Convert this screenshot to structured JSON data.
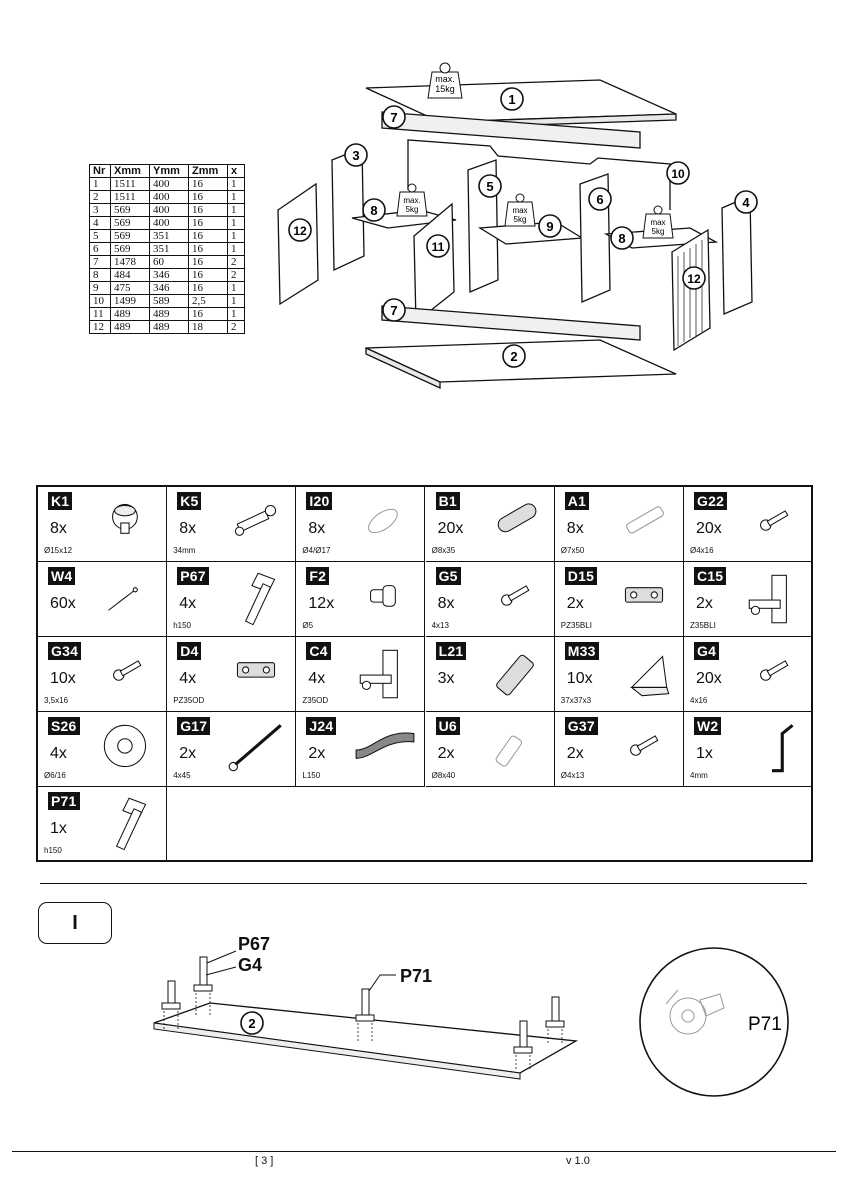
{
  "dimension_table": {
    "headers": [
      "Nr",
      "Xmm",
      "Ymm",
      "Zmm",
      "x"
    ],
    "rows": [
      [
        "1",
        "1511",
        "400",
        "16",
        "1"
      ],
      [
        "2",
        "1511",
        "400",
        "16",
        "1"
      ],
      [
        "3",
        "569",
        "400",
        "16",
        "1"
      ],
      [
        "4",
        "569",
        "400",
        "16",
        "1"
      ],
      [
        "5",
        "569",
        "351",
        "16",
        "1"
      ],
      [
        "6",
        "569",
        "351",
        "16",
        "1"
      ],
      [
        "7",
        "1478",
        "60",
        "16",
        "2"
      ],
      [
        "8",
        "484",
        "346",
        "16",
        "2"
      ],
      [
        "9",
        "475",
        "346",
        "16",
        "1"
      ],
      [
        "10",
        "1499",
        "589",
        "2,5",
        "1"
      ],
      [
        "11",
        "489",
        "489",
        "16",
        "1"
      ],
      [
        "12",
        "489",
        "489",
        "18",
        "2"
      ]
    ]
  },
  "exploded_view": {
    "part_numbers": [
      "1",
      "7",
      "3",
      "10",
      "5",
      "6",
      "8",
      "9",
      "4",
      "12",
      "11",
      "8",
      "12",
      "7",
      "2"
    ],
    "weights": [
      {
        "line1": "max.",
        "line2": "15kg"
      },
      {
        "line1": "max.",
        "line2": "5kg"
      },
      {
        "line1": "max",
        "line2": "5kg"
      },
      {
        "line1": "max",
        "line2": "5kg"
      }
    ]
  },
  "parts": [
    {
      "code": "K1",
      "qty": "8x",
      "spec": "Ø15x12",
      "icon": "cam-lock-icon"
    },
    {
      "code": "K5",
      "qty": "8x",
      "spec": "34mm",
      "icon": "cam-bolt-icon"
    },
    {
      "code": "I20",
      "qty": "8x",
      "spec": "Ø4/Ø17",
      "icon": "washer-ring-icon"
    },
    {
      "code": "B1",
      "qty": "20x",
      "spec": "Ø8x35",
      "icon": "wood-dowel-icon"
    },
    {
      "code": "A1",
      "qty": "8x",
      "spec": "Ø7x50",
      "icon": "wall-plug-icon"
    },
    {
      "code": "G22",
      "qty": "20x",
      "spec": "Ø4x16",
      "icon": "screw-icon"
    },
    {
      "code": "W4",
      "qty": "60x",
      "spec": "",
      "icon": "nail-icon"
    },
    {
      "code": "P67",
      "qty": "4x",
      "spec": "h150",
      "icon": "furniture-leg-icon"
    },
    {
      "code": "F2",
      "qty": "12x",
      "spec": "Ø5",
      "icon": "shelf-pin-icon"
    },
    {
      "code": "G5",
      "qty": "8x",
      "spec": "4x13",
      "icon": "screw-icon"
    },
    {
      "code": "D15",
      "qty": "2x",
      "spec": "PZ35BLI",
      "icon": "hinge-plate-icon"
    },
    {
      "code": "C15",
      "qty": "2x",
      "spec": "Z35BLI",
      "icon": "cup-hinge-icon"
    },
    {
      "code": "G34",
      "qty": "10x",
      "spec": "3,5x16",
      "icon": "screw-icon"
    },
    {
      "code": "D4",
      "qty": "4x",
      "spec": "PZ35OD",
      "icon": "hinge-plate-icon"
    },
    {
      "code": "C4",
      "qty": "4x",
      "spec": "Z35OD",
      "icon": "cup-hinge-icon"
    },
    {
      "code": "L21",
      "qty": "3x",
      "spec": "",
      "icon": "push-latch-icon"
    },
    {
      "code": "M33",
      "qty": "10x",
      "spec": "37x37x3",
      "icon": "corner-bracket-icon"
    },
    {
      "code": "G4",
      "qty": "20x",
      "spec": "4x16",
      "icon": "screw-icon"
    },
    {
      "code": "S26",
      "qty": "4x",
      "spec": "Ø6/16",
      "icon": "flat-washer-icon"
    },
    {
      "code": "G17",
      "qty": "2x",
      "spec": "4x45",
      "icon": "long-screw-icon"
    },
    {
      "code": "J24",
      "qty": "2x",
      "spec": "L150",
      "icon": "strap-icon"
    },
    {
      "code": "U6",
      "qty": "2x",
      "spec": "Ø8x40",
      "icon": "anchor-plug-icon"
    },
    {
      "code": "G37",
      "qty": "2x",
      "spec": "Ø4x13",
      "icon": "screw-icon"
    },
    {
      "code": "W2",
      "qty": "1x",
      "spec": "4mm",
      "icon": "allen-key-icon"
    },
    {
      "code": "P71",
      "qty": "1x",
      "spec": "h150",
      "icon": "furniture-leg-icon"
    }
  ],
  "step": {
    "label": "I",
    "callouts": [
      "P67",
      "G4",
      "P71"
    ],
    "board_number": "2",
    "detail_label": "P71"
  },
  "footer": {
    "page": "[ 3 ]",
    "version": "v 1.0"
  }
}
